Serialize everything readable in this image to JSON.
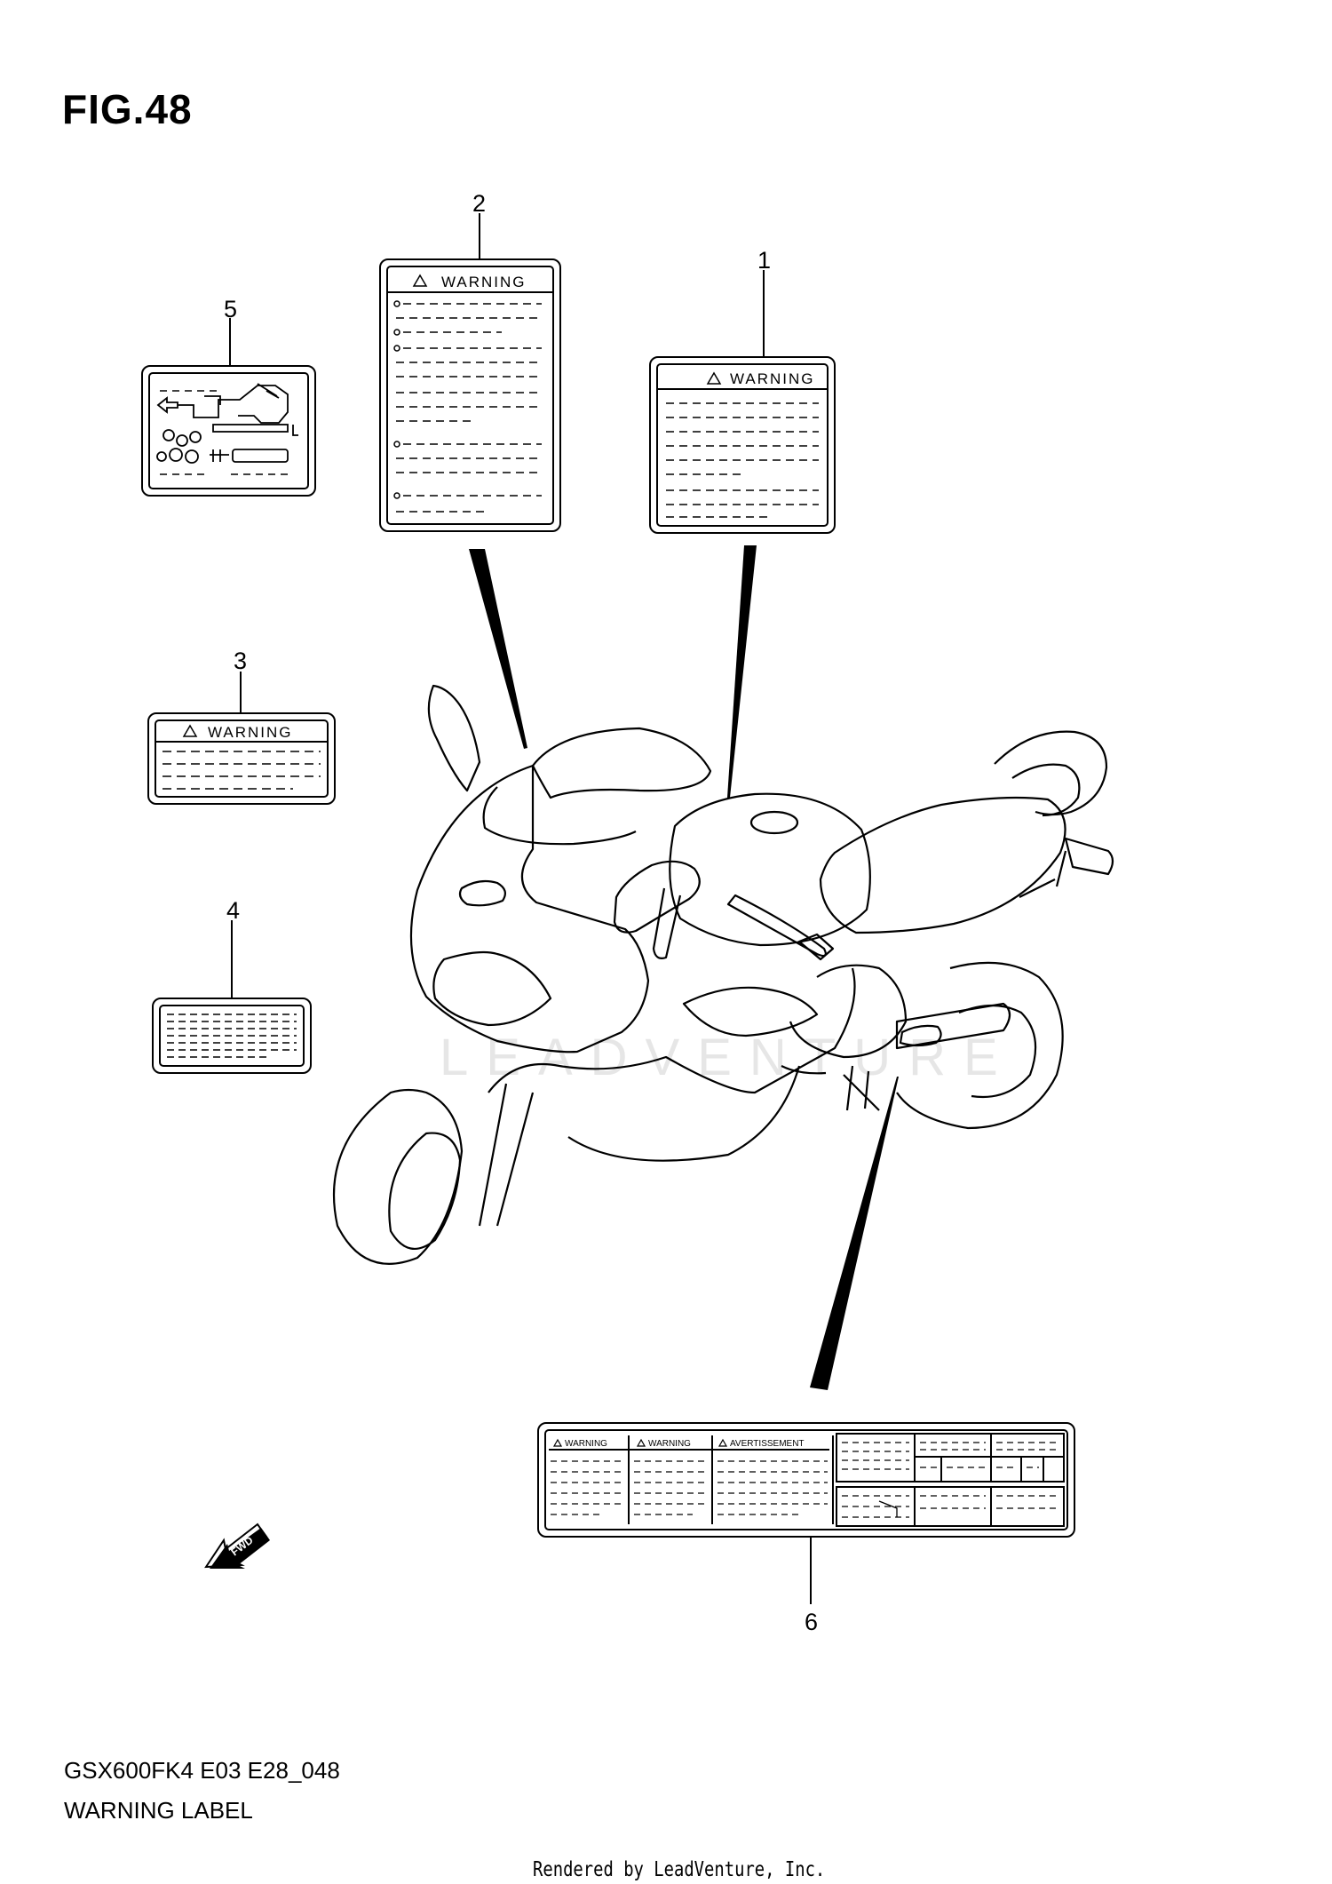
{
  "figure": {
    "title": "FIG.48"
  },
  "callouts": [
    {
      "number": "1"
    },
    {
      "number": "2"
    },
    {
      "number": "3"
    },
    {
      "number": "4"
    },
    {
      "number": "5"
    },
    {
      "number": "6"
    }
  ],
  "labels": {
    "warning": "WARNING",
    "warning_small": "WARNING",
    "avertissement": "AVERTISSEMENT",
    "fwd": "FWD"
  },
  "footer": {
    "model_code": "GSX600FK4  E03 E28_048",
    "part_name": "WARNING LABEL",
    "rendered_by": "Rendered by LeadVenture, Inc."
  },
  "watermark": "LEADVENTURE",
  "colors": {
    "line": "#000000",
    "background": "#ffffff",
    "watermark": "#e6e6e6"
  }
}
